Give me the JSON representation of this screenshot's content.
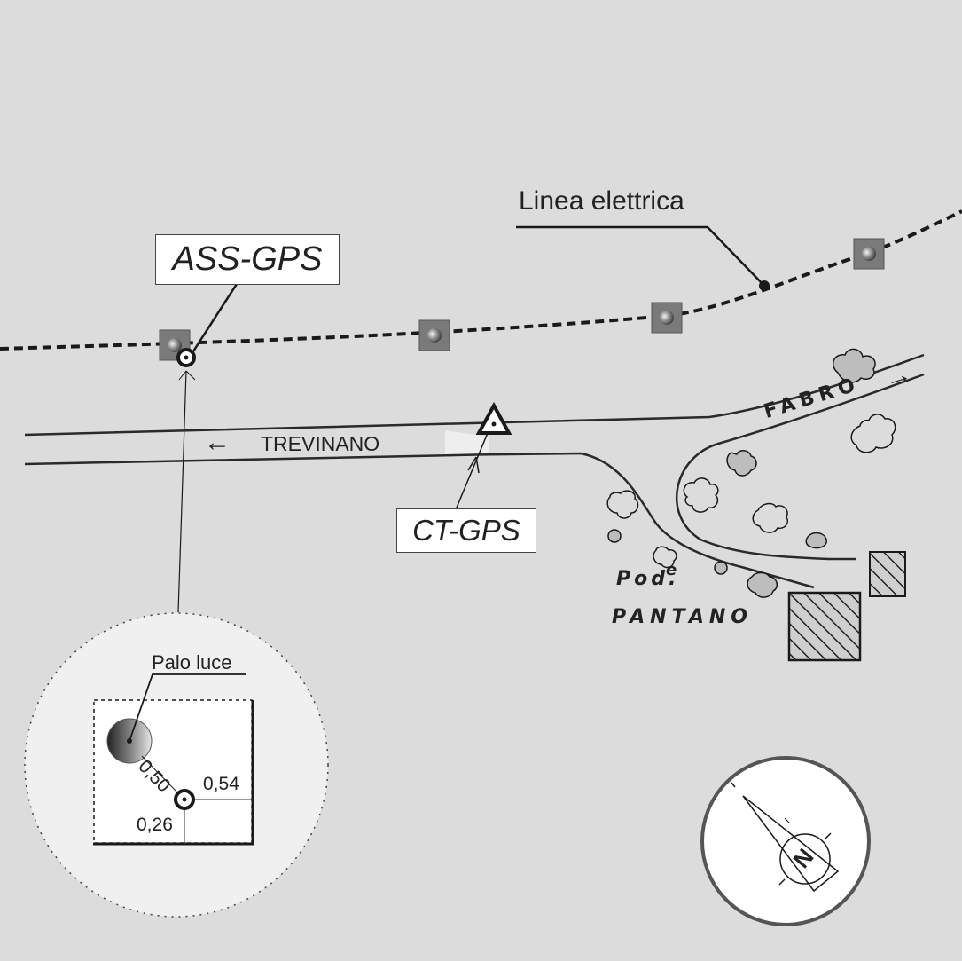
{
  "map": {
    "colors": {
      "background": "#dcdcdc",
      "ink": "#1a1a1a",
      "pole_marker": "#7a7a7a",
      "inset_background": "#f0f0f0",
      "building_fill": "#9a9a9a"
    },
    "labels": {
      "ass_gps": "ASS-GPS",
      "ct_gps": "CT-GPS",
      "power_line": "Linea elettrica",
      "trevinano": "TREVINANO",
      "fabro": "FABRO",
      "podere_line1": "Pod.",
      "podere_sup": "e",
      "podere_line2": "PANTANO",
      "arrow_left": "←",
      "arrow_right": "→"
    },
    "inset": {
      "title": "Palo luce",
      "distance_pole": "0,50",
      "distance_right": "0,54",
      "distance_bottom": "0,26"
    },
    "compass": {
      "north_label": "N"
    },
    "icons": [
      "gps-station-circle-icon",
      "gps-triangle-benchmark-icon",
      "power-pole-icon",
      "compass-rose-icon",
      "building-icon",
      "tree-icon"
    ]
  }
}
